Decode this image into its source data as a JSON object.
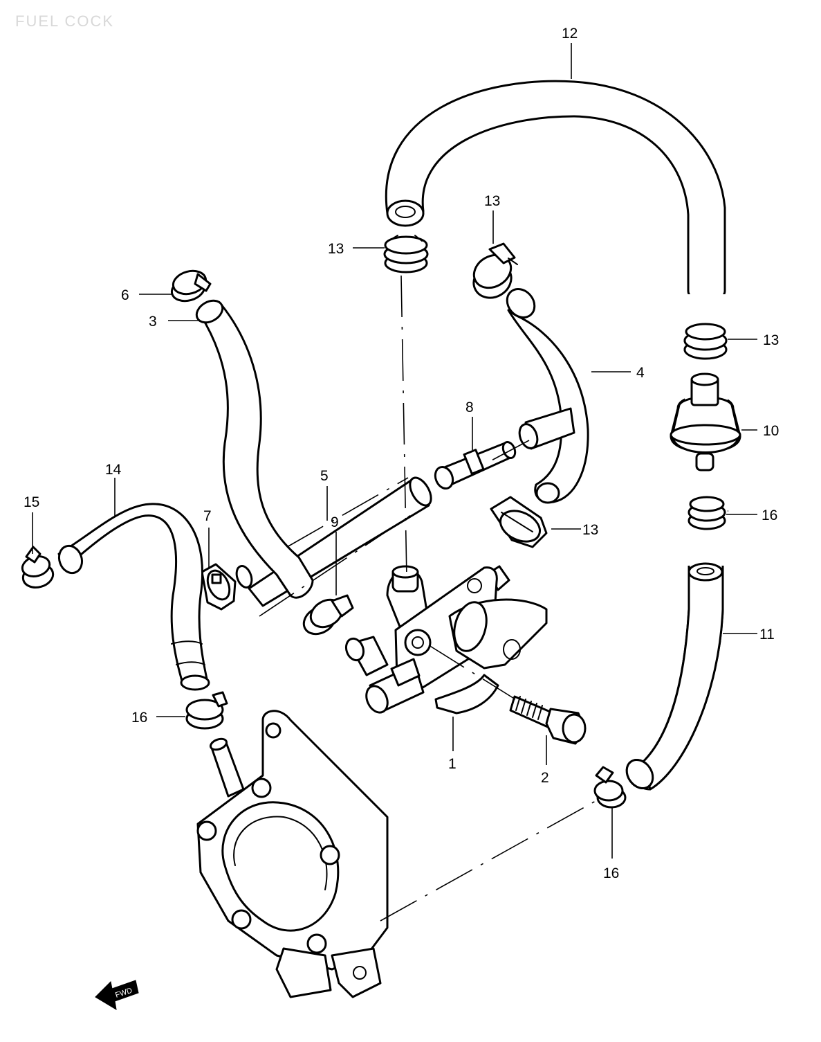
{
  "title": "FUEL COCK",
  "front_marker": "FWD",
  "callouts": [
    {
      "id": "c1",
      "text": "1"
    },
    {
      "id": "c2",
      "text": "2"
    },
    {
      "id": "c3",
      "text": "3"
    },
    {
      "id": "c4",
      "text": "4"
    },
    {
      "id": "c5",
      "text": "5"
    },
    {
      "id": "c6",
      "text": "6"
    },
    {
      "id": "c7",
      "text": "7"
    },
    {
      "id": "c8",
      "text": "8"
    },
    {
      "id": "c9",
      "text": "9"
    },
    {
      "id": "c10",
      "text": "10"
    },
    {
      "id": "c11",
      "text": "11"
    },
    {
      "id": "c12",
      "text": "12"
    },
    {
      "id": "c13a",
      "text": "13"
    },
    {
      "id": "c13b",
      "text": "13"
    },
    {
      "id": "c13c",
      "text": "13"
    },
    {
      "id": "c13d",
      "text": "13"
    },
    {
      "id": "c14",
      "text": "14"
    },
    {
      "id": "c15",
      "text": "15"
    },
    {
      "id": "c16a",
      "text": "16"
    },
    {
      "id": "c16b",
      "text": "16"
    },
    {
      "id": "c16c",
      "text": "16"
    }
  ]
}
